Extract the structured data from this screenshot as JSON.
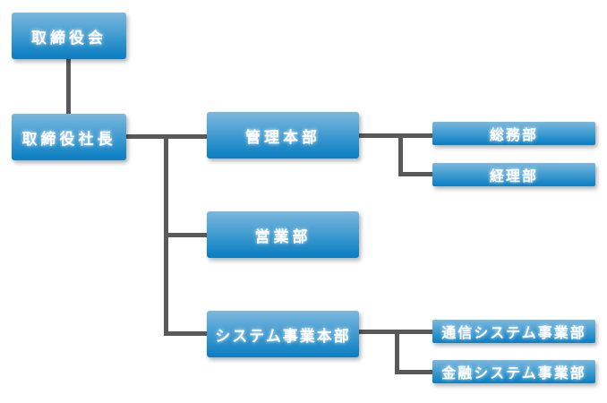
{
  "diagram": {
    "type": "org-chart",
    "colors": {
      "box_gradient_top": "#7CB8DE",
      "box_gradient_bottom": "#0D7EC0",
      "connector": "#595959",
      "text": "#FFFFFF",
      "background": "#FFFFFF"
    },
    "nodes": [
      {
        "id": "board-of-directors",
        "label": "取締役会",
        "level": 1,
        "reports_to": null
      },
      {
        "id": "president",
        "label": "取締役社長",
        "level": 1,
        "reports_to": "board-of-directors"
      },
      {
        "id": "admin-hq",
        "label": "管理本部",
        "level": 2,
        "reports_to": "president"
      },
      {
        "id": "general-affairs-dept",
        "label": "総務部",
        "level": 3,
        "reports_to": "admin-hq"
      },
      {
        "id": "accounting-dept",
        "label": "経理部",
        "level": 3,
        "reports_to": "admin-hq"
      },
      {
        "id": "sales-dept",
        "label": "営業部",
        "level": 2,
        "reports_to": "president"
      },
      {
        "id": "system-business-hq",
        "label": "システム事業本部",
        "level": 2,
        "reports_to": "president"
      },
      {
        "id": "telecom-systems-dept",
        "label": "通信システム事業部",
        "level": 3,
        "reports_to": "system-business-hq"
      },
      {
        "id": "financial-systems-dept",
        "label": "金融システム事業部",
        "level": 3,
        "reports_to": "system-business-hq"
      }
    ]
  }
}
